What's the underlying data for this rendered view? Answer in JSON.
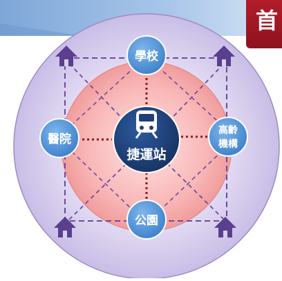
{
  "header": {
    "corner_char": "首"
  },
  "diagram": {
    "center_label": "捷運站",
    "center_icon": "train-icon",
    "nodes": {
      "top": "學校",
      "left": "醫院",
      "right_line1": "高齡",
      "right_line2": "機構",
      "bottom": "公園"
    },
    "house_icon": "house-icon",
    "colors": {
      "outer_circle": "#d7cfee",
      "inner_circle": "#f7a8a8",
      "node_fill": "#4a8fd6",
      "center_fill": "#1f3f78",
      "dashed_line": "#6b4c9a",
      "dotted_line": "#8b1a1a",
      "house": "#5a3f8f",
      "corner_tab": "#a3182a"
    }
  }
}
